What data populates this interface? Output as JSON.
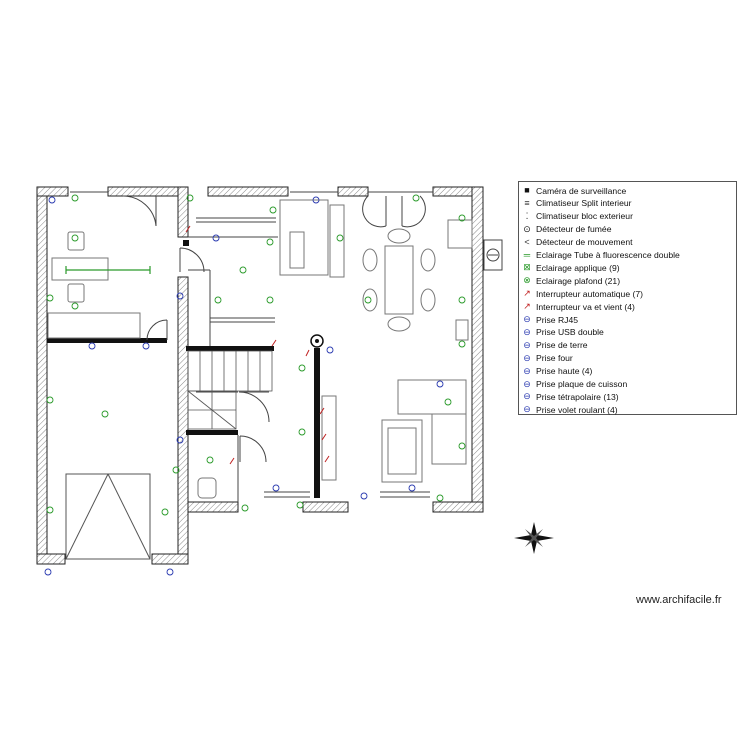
{
  "legend": {
    "items": [
      {
        "label": "Caméra de surveillance",
        "icon": "camera-icon",
        "symbol": "■",
        "color": "#111111"
      },
      {
        "label": "Climatiseur Split interieur",
        "icon": "split-ac-icon",
        "symbol": "≡",
        "color": "#333333"
      },
      {
        "label": "Climatiseur bloc exterieur",
        "icon": "outdoor-ac-icon",
        "symbol": "⁚",
        "color": "#333333"
      },
      {
        "label": "Détecteur de fumée",
        "icon": "smoke-detector-icon",
        "symbol": "⊙",
        "color": "#111111"
      },
      {
        "label": "Détecteur de mouvement",
        "icon": "motion-detector-icon",
        "symbol": "<",
        "color": "#333333"
      },
      {
        "label": "Eclairage Tube à fluorescence double",
        "icon": "fluorescent-tube-icon",
        "symbol": "═",
        "color": "#2a9a2a"
      },
      {
        "label": "Eclairage applique (9)",
        "icon": "wall-light-icon",
        "symbol": "⊠",
        "color": "#2a9a2a"
      },
      {
        "label": "Eclairage plafond (21)",
        "icon": "ceiling-light-icon",
        "symbol": "⊗",
        "color": "#2a9a2a"
      },
      {
        "label": "Interrupteur automatique (7)",
        "icon": "auto-switch-icon",
        "symbol": "↗",
        "color": "#c02020"
      },
      {
        "label": "Interrupteur va et vient (4)",
        "icon": "two-way-switch-icon",
        "symbol": "↗",
        "color": "#c02020"
      },
      {
        "label": "Prise  RJ45",
        "icon": "rj45-socket-icon",
        "symbol": "⊖",
        "color": "#2a3ab0"
      },
      {
        "label": "Prise USB double",
        "icon": "usb-socket-icon",
        "symbol": "⊖",
        "color": "#2a3ab0"
      },
      {
        "label": "Prise de terre",
        "icon": "earth-socket-icon",
        "symbol": "⊖",
        "color": "#2a3ab0"
      },
      {
        "label": "Prise four",
        "icon": "oven-socket-icon",
        "symbol": "⊖",
        "color": "#2a3ab0"
      },
      {
        "label": "Prise haute (4)",
        "icon": "high-socket-icon",
        "symbol": "⊖",
        "color": "#2a3ab0"
      },
      {
        "label": "Prise plaque de cuisson",
        "icon": "hob-socket-icon",
        "symbol": "⊖",
        "color": "#2a3ab0"
      },
      {
        "label": "Prise tétrapolaire (13)",
        "icon": "four-pole-socket-icon",
        "symbol": "⊖",
        "color": "#2a3ab0"
      },
      {
        "label": "Prise volet roulant (4)",
        "icon": "shutter-socket-icon",
        "symbol": "⊖",
        "color": "#2a3ab0"
      }
    ]
  },
  "compass": {
    "icon": "compass-rose-icon"
  },
  "watermark": "www.archifacile.fr",
  "colors": {
    "wall": "#222222",
    "hatch": "#888888",
    "light": "#2a9a2a",
    "socket": "#2a3ab0",
    "switch": "#c02020",
    "furniture": "#777777"
  }
}
